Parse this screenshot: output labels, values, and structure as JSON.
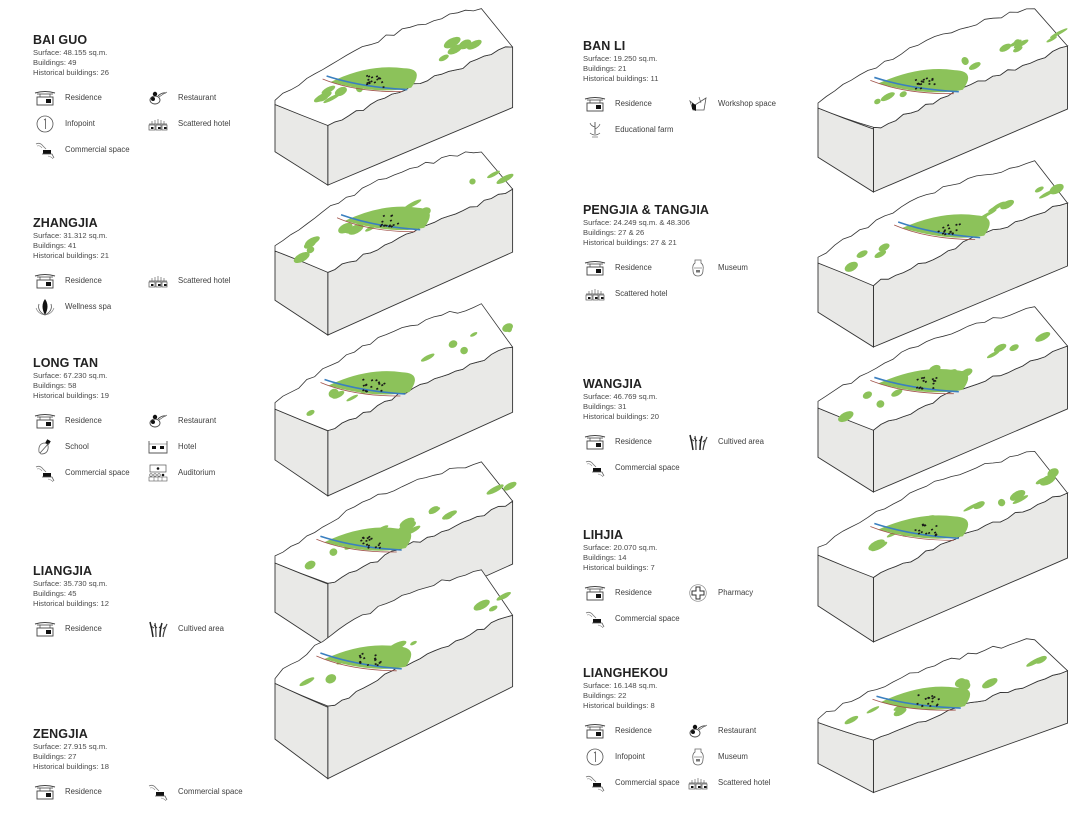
{
  "labels": {
    "surface": "Surface: ",
    "buildings": "Buildings: ",
    "historical": "Historical buildings: "
  },
  "colors": {
    "vegetation": "#8cc25a",
    "river": "#3a7fc0",
    "road": "#a0524a",
    "block_side": "#e9e9e7",
    "outline": "#333333",
    "buildings": "#1a1a1a"
  },
  "icon_types": [
    "residence-icon",
    "restaurant-icon",
    "infopoint-icon",
    "scattered-hotel-icon",
    "commercial-space-icon",
    "wellness-spa-icon",
    "school-icon",
    "hotel-icon",
    "auditorium-icon",
    "cultived-area-icon",
    "workshop-space-icon",
    "educational-farm-icon",
    "museum-icon",
    "pharmacy-icon"
  ],
  "villages": [
    {
      "name": "BAI GUO",
      "surface": "48.155 sq.m.",
      "buildings": "49",
      "historical": "26",
      "functions": [
        {
          "label": "Residence",
          "icon": "residence"
        },
        {
          "label": "Restaurant",
          "icon": "restaurant"
        },
        {
          "label": "Infopoint",
          "icon": "infopoint"
        },
        {
          "label": "Scattered hotel",
          "icon": "scattered-hotel"
        },
        {
          "label": "Commercial space",
          "icon": "commercial-space"
        }
      ]
    },
    {
      "name": "ZHANGJIA",
      "surface": "31.312 sq.m.",
      "buildings": "41",
      "historical": "21",
      "functions": [
        {
          "label": "Residence",
          "icon": "residence"
        },
        {
          "label": "Scattered hotel",
          "icon": "scattered-hotel"
        },
        {
          "label": "Wellness spa",
          "icon": "wellness-spa"
        }
      ]
    },
    {
      "name": "LONG TAN",
      "surface": "67.230 sq.m.",
      "buildings": "58",
      "historical": "19",
      "functions": [
        {
          "label": "Residence",
          "icon": "residence"
        },
        {
          "label": "Restaurant",
          "icon": "restaurant"
        },
        {
          "label": "School",
          "icon": "school"
        },
        {
          "label": "Hotel",
          "icon": "hotel"
        },
        {
          "label": "Commercial space",
          "icon": "commercial-space"
        },
        {
          "label": "Auditorium",
          "icon": "auditorium"
        }
      ]
    },
    {
      "name": "LIANGJIA",
      "surface": "35.730 sq.m.",
      "buildings": "45",
      "historical": "12",
      "functions": [
        {
          "label": "Residence",
          "icon": "residence"
        },
        {
          "label": "Cultived area",
          "icon": "cultived-area"
        }
      ]
    },
    {
      "name": "ZENGJIA",
      "surface": "27.915 sq.m.",
      "buildings": "27",
      "historical": "18",
      "functions": [
        {
          "label": "Residence",
          "icon": "residence"
        },
        {
          "label": "Commercial space",
          "icon": "commercial-space"
        }
      ]
    },
    {
      "name": "BAN LI",
      "surface": "19.250 sq.m.",
      "buildings": "21",
      "historical": "11",
      "functions": [
        {
          "label": "Residence",
          "icon": "residence"
        },
        {
          "label": "Workshop space",
          "icon": "workshop-space"
        },
        {
          "label": "Educational farm",
          "icon": "educational-farm"
        }
      ]
    },
    {
      "name": "PENGJIA & TANGJIA",
      "surface": "24.249  sq.m. & 48.306",
      "buildings": "27 & 26",
      "historical": "27 & 21",
      "functions": [
        {
          "label": "Residence",
          "icon": "residence"
        },
        {
          "label": "Museum",
          "icon": "museum"
        },
        {
          "label": "Scattered hotel",
          "icon": "scattered-hotel"
        }
      ]
    },
    {
      "name": "WANGJIA",
      "surface": "46.769  sq.m.",
      "buildings": "31",
      "historical": "20",
      "functions": [
        {
          "label": "Residence",
          "icon": "residence"
        },
        {
          "label": "Cultived area",
          "icon": "cultived-area"
        },
        {
          "label": "Commercial space",
          "icon": "commercial-space"
        }
      ]
    },
    {
      "name": "LIHJIA",
      "surface": "20.070  sq.m.",
      "buildings": "14",
      "historical": "7",
      "functions": [
        {
          "label": "Residence",
          "icon": "residence"
        },
        {
          "label": "Pharmacy",
          "icon": "pharmacy"
        },
        {
          "label": "Commercial space",
          "icon": "commercial-space"
        }
      ]
    },
    {
      "name": "LIANGHEKOU",
      "surface": "16.148  sq.m.",
      "buildings": "22",
      "historical": "8",
      "functions": [
        {
          "label": "Residence",
          "icon": "residence"
        },
        {
          "label": "Restaurant",
          "icon": "restaurant"
        },
        {
          "label": "Infopoint",
          "icon": "infopoint"
        },
        {
          "label": "Museum",
          "icon": "museum"
        },
        {
          "label": "Commercial space",
          "icon": "commercial-space"
        },
        {
          "label": "Scattered hotel",
          "icon": "scattered-hotel"
        }
      ]
    }
  ]
}
